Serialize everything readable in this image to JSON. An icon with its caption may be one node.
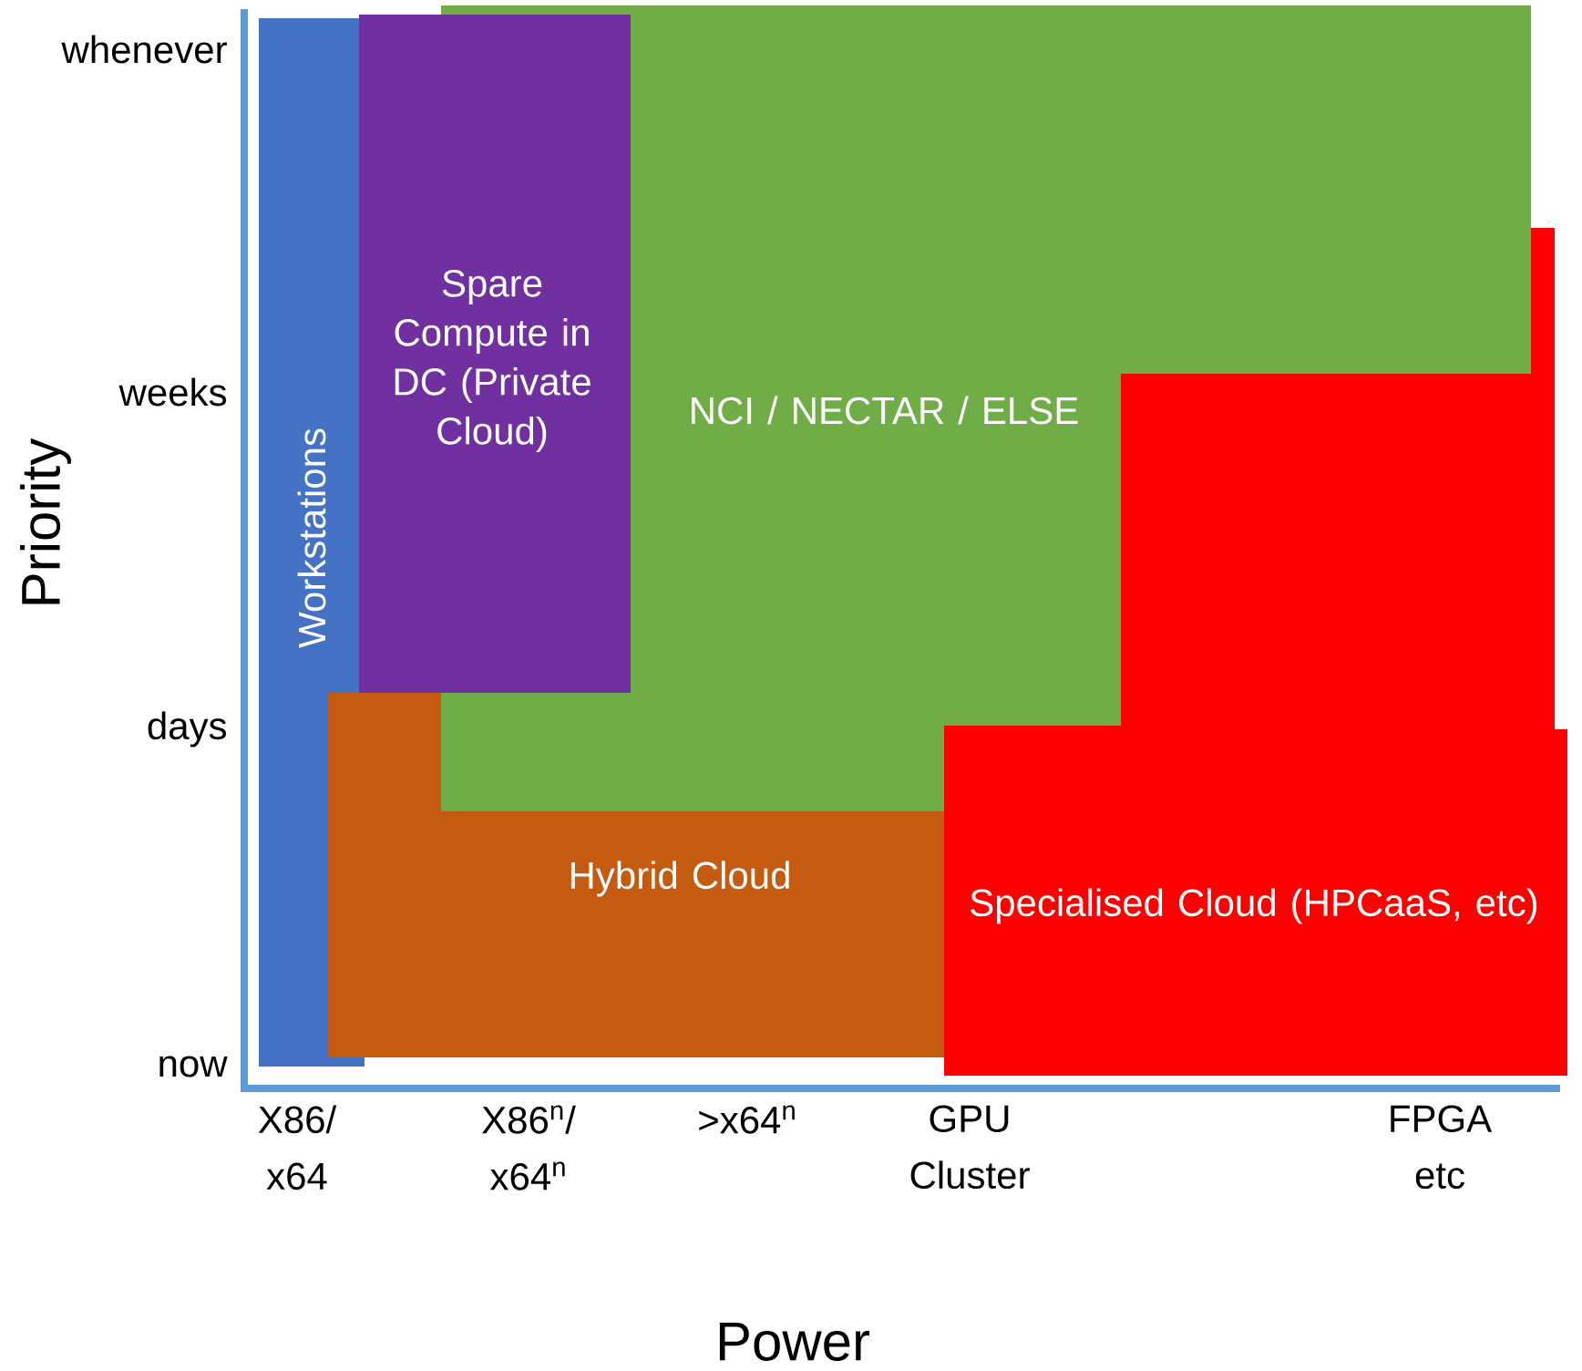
{
  "diagram": {
    "nodes": [
      {
        "text": [
          "Workstations"
        ]
      },
      {
        "text": [
          "Spare Compute in DC (Private Cloud)"
        ]
      },
      {
        "text": [
          "NCI / NECTAR / ELSE"
        ]
      },
      {
        "text": [
          "Hybrid Cloud"
        ]
      },
      {
        "text": [
          "Specialised Cloud (HPCaaS, etc)"
        ]
      }
    ],
    "labels": [
      "whenever",
      "weeks",
      "days",
      "now",
      "Priority",
      "X86/ x64",
      "X86$^{n}$/ x64$^{n}$",
      ">x64$^{n}$",
      "GPU Cluster",
      "FPGA etc",
      "Power"
    ]
  }
}
